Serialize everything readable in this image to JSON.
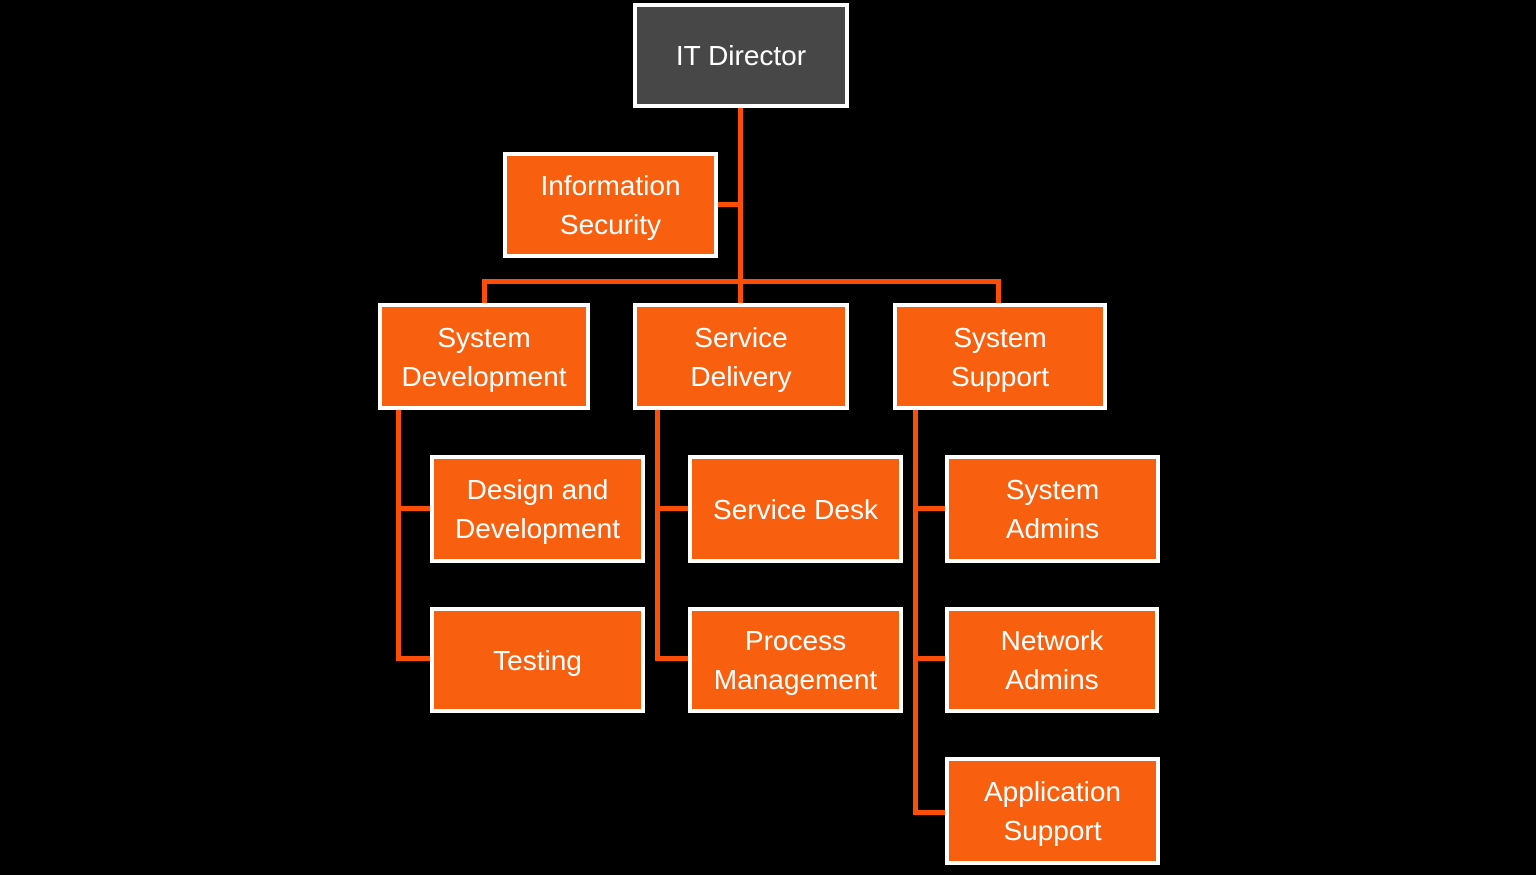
{
  "colors": {
    "background": "#000000",
    "node_fill": "#F85F0E",
    "root_fill": "#474747",
    "connector": "#FC4E07",
    "border": "#FFFFFF",
    "text": "#FFFFFF"
  },
  "chart_data": {
    "type": "org-chart-hierarchy",
    "root": "IT Director",
    "assistant": "Information Security",
    "branches": [
      {
        "name": "System Development",
        "children": [
          "Design and Development",
          "Testing"
        ]
      },
      {
        "name": "Service Delivery",
        "children": [
          "Service Desk",
          "Process Management"
        ]
      },
      {
        "name": "System Support",
        "children": [
          "System Admins",
          "Network Admins",
          "Application Support"
        ]
      }
    ]
  },
  "nodes": {
    "it_director": {
      "label": "IT Director"
    },
    "information_security": {
      "label": "Information\nSecurity"
    },
    "system_development": {
      "label": "System\nDevelopment"
    },
    "service_delivery": {
      "label": "Service\nDelivery"
    },
    "system_support": {
      "label": "System\nSupport"
    },
    "design_and_development": {
      "label": "Design and\nDevelopment"
    },
    "testing": {
      "label": "Testing"
    },
    "service_desk": {
      "label": "Service Desk"
    },
    "process_management": {
      "label": "Process\nManagement"
    },
    "system_admins": {
      "label": "System\nAdmins"
    },
    "network_admins": {
      "label": "Network\nAdmins"
    },
    "application_support": {
      "label": "Application\nSupport"
    }
  }
}
